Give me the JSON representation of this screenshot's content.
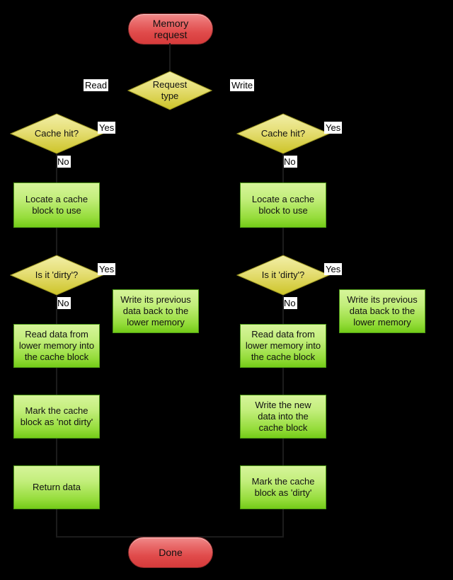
{
  "diagram": {
    "title": "Cache memory request flowchart",
    "background_color": "#000000",
    "palette": {
      "terminator_fill": "#e04b4b",
      "terminator_stroke": "#8c2b2b",
      "process_fill": "#96dd3c",
      "process_stroke": "#4e9b16",
      "decision_fill": "#dcd44a",
      "decision_stroke": "#9a9420",
      "label_background": "#ffffff",
      "text_color": "#111111"
    }
  },
  "terminators": [
    {
      "id": "start",
      "label": "Memory\nrequest",
      "line1": "Memory",
      "line2": "request"
    },
    {
      "id": "end",
      "label": "Done",
      "line1": "Done",
      "line2": ""
    }
  ],
  "decisions": [
    {
      "id": "request-type",
      "line1": "Request",
      "line2": "type",
      "branch_left": "Read",
      "branch_right": "Write"
    },
    {
      "id": "cache-hit-read",
      "line1": "Cache hit?",
      "line2": "",
      "branch_yes": "Yes",
      "branch_no": "No"
    },
    {
      "id": "is-dirty-read",
      "line1": "Is it 'dirty'?",
      "line2": "",
      "branch_yes": "Yes",
      "branch_no": "No"
    },
    {
      "id": "cache-hit-write",
      "line1": "Cache hit?",
      "line2": "",
      "branch_yes": "Yes",
      "branch_no": "No"
    },
    {
      "id": "is-dirty-write",
      "line1": "Is it 'dirty'?",
      "line2": "",
      "branch_yes": "Yes",
      "branch_no": "No"
    }
  ],
  "processes": [
    {
      "id": "locate-block-read",
      "line1": "Locate a cache",
      "line2": "block to use",
      "line3": ""
    },
    {
      "id": "writeback-read",
      "line1": "Write its previous",
      "line2": "data back to the",
      "line3": "lower memory"
    },
    {
      "id": "read-into-block-read",
      "line1": "Read data from",
      "line2": "lower memory into",
      "line3": "the cache block"
    },
    {
      "id": "mark-not-dirty",
      "line1": "Mark the cache",
      "line2": "block as 'not dirty'",
      "line3": ""
    },
    {
      "id": "return-data",
      "line1": "Return data",
      "line2": "",
      "line3": ""
    },
    {
      "id": "locate-block-write",
      "line1": "Locate a cache",
      "line2": "block to use",
      "line3": ""
    },
    {
      "id": "writeback-write",
      "line1": "Write its previous",
      "line2": "data back to the",
      "line3": "lower memory"
    },
    {
      "id": "read-into-block-write",
      "line1": "Read data from",
      "line2": "lower memory into",
      "line3": "the cache block"
    },
    {
      "id": "write-new-data",
      "line1": "Write the new",
      "line2": "data into the",
      "line3": "cache block"
    },
    {
      "id": "mark-dirty",
      "line1": "Mark the cache",
      "line2": "block as 'dirty'",
      "line3": ""
    }
  ],
  "edge_labels": {
    "read": "Read",
    "write": "Write",
    "yes_hit_read": "Yes",
    "no_hit_read": "No",
    "yes_dirty_read": "Yes",
    "no_dirty_read": "No",
    "yes_hit_write": "Yes",
    "no_hit_write": "No",
    "yes_dirty_write": "Yes",
    "no_dirty_write": "No"
  }
}
